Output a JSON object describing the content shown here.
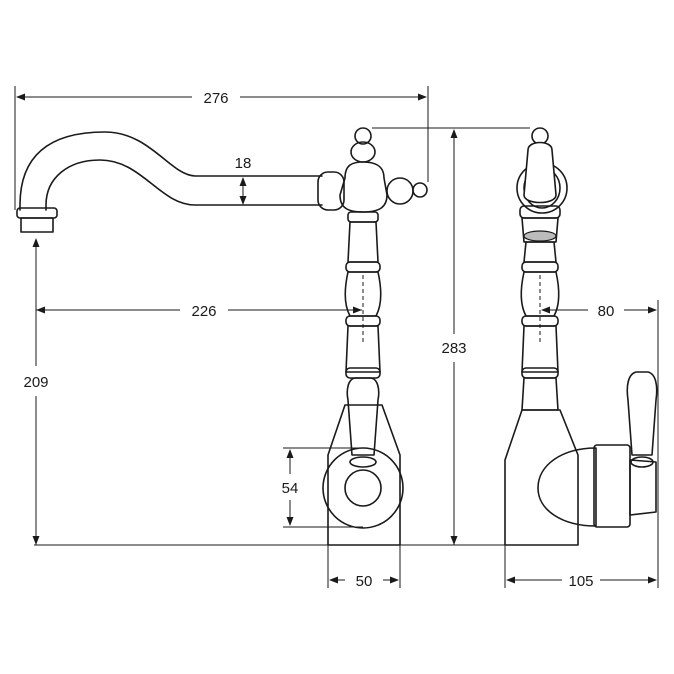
{
  "dimensions": {
    "spout_length": "276",
    "spout_thickness": "18",
    "spout_reach": "226",
    "spout_height": "209",
    "overall_height": "283",
    "handle_diameter": "54",
    "base_width": "50",
    "side_reach": "80",
    "side_depth": "105"
  },
  "colors": {
    "line": "#1a1a1a",
    "background": "#ffffff",
    "aerator_fill": "#bbbbbb"
  }
}
